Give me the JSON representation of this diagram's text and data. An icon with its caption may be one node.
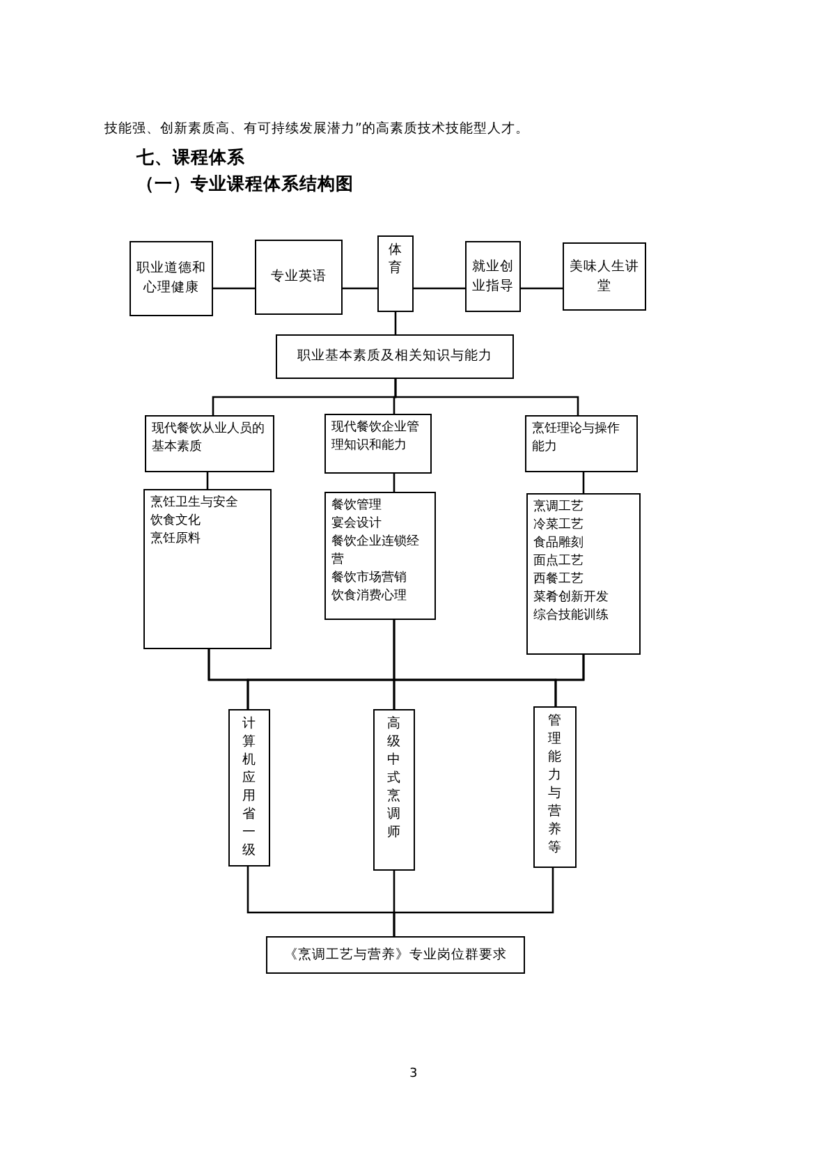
{
  "diagram": {
    "nodes": [
      {
        "text": [
          "职业道德和心理健康"
        ]
      },
      {
        "text": [
          "专业英语"
        ]
      },
      {
        "text": [
          "体育"
        ]
      },
      {
        "text": [
          "就业创业指导"
        ]
      },
      {
        "text": [
          "美味人生讲堂"
        ]
      },
      {
        "text": [
          "职业基本素质及相关知识与能力"
        ]
      },
      {
        "text": [
          "现代餐饮从业人员的基本素质"
        ]
      },
      {
        "text": [
          "现代餐饮企业管理知识和能力"
        ]
      },
      {
        "text": [
          "烹饪理论与操作能力"
        ]
      },
      {
        "text": [
          "烹饪卫生与安全",
          "饮食文化",
          "烹饪原料"
        ]
      },
      {
        "text": [
          "餐饮管理",
          "宴会设计",
          "餐饮企业连锁经营",
          "餐饮市场营销",
          "饮食消费心理"
        ]
      },
      {
        "text": [
          "烹调工艺",
          "冷菜工艺",
          "食品雕刻",
          "面点工艺",
          "西餐工艺",
          "菜肴创新开发",
          "综合技能训练"
        ]
      },
      {
        "text": [
          "计算机应用省一级"
        ]
      },
      {
        "text": [
          "高级中式烹调师"
        ]
      },
      {
        "text": [
          "管理能力与营养等"
        ]
      },
      {
        "text": [
          "《烹调工艺与营养》专业岗位群要求"
        ]
      }
    ],
    "edges": [
      {
        "from": 0,
        "to": 1,
        "arrow": "none"
      },
      {
        "from": 1,
        "to": 2,
        "arrow": "none"
      },
      {
        "from": 2,
        "to": 3,
        "arrow": "none"
      },
      {
        "from": 3,
        "to": 4,
        "arrow": "none"
      },
      {
        "from": 2,
        "to": 5,
        "arrow": "none"
      },
      {
        "from": 5,
        "to": 6,
        "arrow": "none"
      },
      {
        "from": 5,
        "to": 7,
        "arrow": "none"
      },
      {
        "from": 5,
        "to": 8,
        "arrow": "none"
      },
      {
        "from": 6,
        "to": 9,
        "arrow": "none"
      },
      {
        "from": 7,
        "to": 10,
        "arrow": "none"
      },
      {
        "from": 8,
        "to": 11,
        "arrow": "none"
      },
      {
        "from": 9,
        "to": 12,
        "arrow": "none"
      },
      {
        "from": 9,
        "to": 13,
        "arrow": "none"
      },
      {
        "from": 9,
        "to": 14,
        "arrow": "none"
      },
      {
        "from": 10,
        "to": 12,
        "arrow": "none"
      },
      {
        "from": 10,
        "to": 13,
        "arrow": "none"
      },
      {
        "from": 10,
        "to": 14,
        "arrow": "none"
      },
      {
        "from": 11,
        "to": 12,
        "arrow": "none"
      },
      {
        "from": 11,
        "to": 13,
        "arrow": "none"
      },
      {
        "from": 11,
        "to": 14,
        "arrow": "none"
      },
      {
        "from": 12,
        "to": 15,
        "arrow": "none"
      },
      {
        "from": 13,
        "to": 15,
        "arrow": "none"
      },
      {
        "from": 14,
        "to": 15,
        "arrow": "none"
      }
    ],
    "labels": [
      "技能强、创新素质高、有可持续发展潜力”的高素质技术技能型人才。",
      "七、课程体系",
      "（一）专业课程体系结构图",
      "3"
    ]
  }
}
